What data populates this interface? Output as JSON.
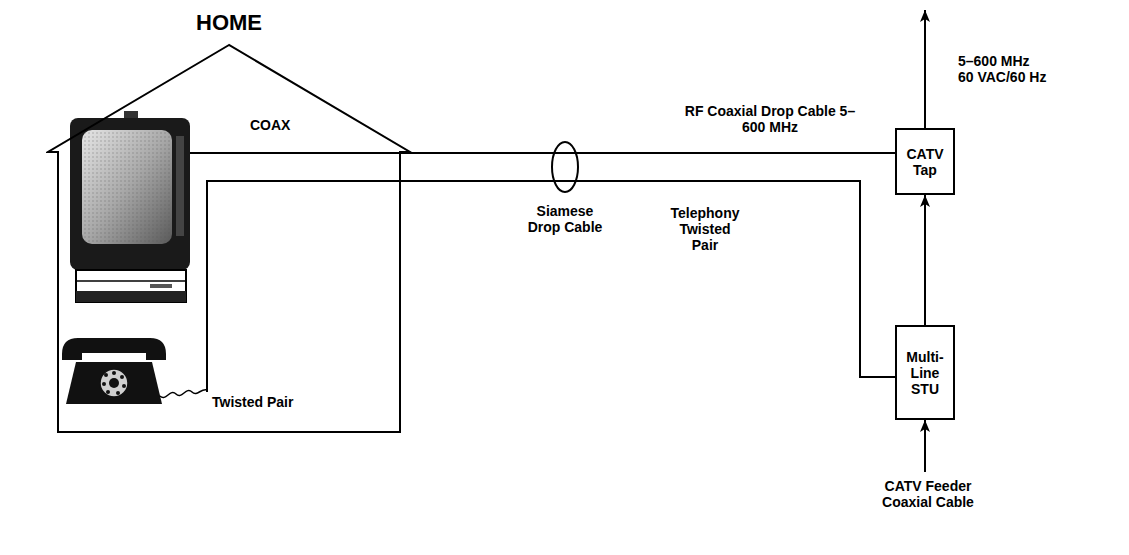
{
  "diagram": {
    "nodes": [
      {
        "text": [
          "HOME"
        ]
      },
      {
        "text": [
          "CATV Tap"
        ]
      },
      {
        "text": [
          "Multi-Line STU"
        ]
      }
    ],
    "edges": [
      {
        "from": 2,
        "to": 1,
        "arrow": "to"
      }
    ],
    "labels": [
      "COAX",
      "Twisted Pair",
      "Siamese Drop Cable",
      "RF Coaxial Drop Cable 5–600 MHz",
      "Telephony Twisted Pair",
      "5–600 MHz 60 VAC/60 Hz",
      "CATV Feeder Coaxial Cable"
    ]
  }
}
